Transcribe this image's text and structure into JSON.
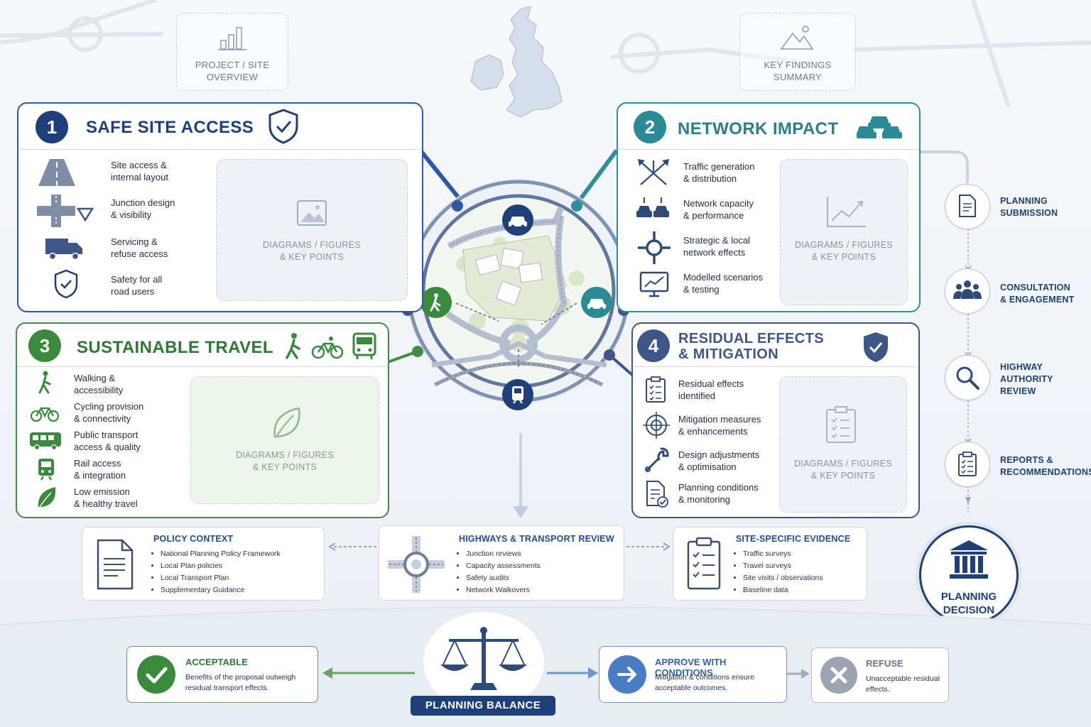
{
  "top_cards": {
    "project": "PROJECT / SITE\nOVERVIEW",
    "findings": "KEY FINDINGS\nSUMMARY"
  },
  "panels": {
    "p1": {
      "number": "1",
      "title": "SAFE SITE ACCESS",
      "items": [
        "Site access &\ninternal layout",
        "Junction design\n& visibility",
        "Servicing &\nrefuse access",
        "Safety for all\nroad users"
      ],
      "placeholder": "DIAGRAMS / FIGURES\n& KEY POINTS"
    },
    "p2": {
      "number": "2",
      "title": "NETWORK IMPACT",
      "items": [
        "Traffic generation\n& distribution",
        "Network capacity\n& performance",
        "Strategic & local\nnetwork effects",
        "Modelled scenarios\n& testing"
      ],
      "placeholder": "DIAGRAMS / FIGURES\n& KEY POINTS"
    },
    "p3": {
      "number": "3",
      "title": "SUSTAINABLE TRAVEL",
      "items": [
        "Walking &\naccessibility",
        "Cycling provision\n& connectivity",
        "Public transport\naccess & quality",
        "Rail access\n& integration",
        "Low emission\n& healthy travel"
      ],
      "placeholder": "DIAGRAMS / FIGURES\n& KEY POINTS"
    },
    "p4": {
      "number": "4",
      "title": "RESIDUAL EFFECTS\n& MITIGATION",
      "items": [
        "Residual effects\nidentified",
        "Mitigation measures\n& enhancements",
        "Design adjustments\n& optimisation",
        "Planning conditions\n& monitoring"
      ],
      "placeholder": "DIAGRAMS / FIGURES\n& KEY POINTS"
    }
  },
  "review_cards": {
    "policy": {
      "title": "POLICY CONTEXT",
      "items": [
        "National Planning Policy Framework",
        "Local Plan policies",
        "Local Transport Plan",
        "Supplementary Guidance"
      ]
    },
    "highways": {
      "title": "HIGHWAYS & TRANSPORT REVIEW",
      "items": [
        "Junction reviews",
        "Capacity assessments",
        "Safety audits",
        "Network Walkovers"
      ]
    },
    "evidence": {
      "title": "SITE-SPECIFIC EVIDENCE",
      "items": [
        "Traffic surveys",
        "Travel surveys",
        "Site visits / observations",
        "Baseline data"
      ]
    }
  },
  "process_steps": [
    "PLANNING\nSUBMISSION",
    "CONSULTATION\n& ENGAGEMENT",
    "HIGHWAY\nAUTHORITY\nREVIEW",
    "REPORTS &\nRECOMMENDATIONS"
  ],
  "decision": "PLANNING\nDECISION",
  "balance": "PLANNING BALANCE",
  "outcomes": {
    "acceptable": {
      "title": "ACCEPTABLE",
      "text": "Benefits of the proposal outweigh\nresidual transport effects."
    },
    "conditions": {
      "title": "APPROVE WITH CONDITIONS",
      "text": "Mitigation & conditions ensure\nacceptable outcomes."
    },
    "refuse": {
      "title": "REFUSE",
      "text": "Unacceptable residual\neffects."
    }
  },
  "colors": {
    "navy": "#1d3f7a",
    "teal": "#2a8a96",
    "green": "#3a8a3e",
    "slate": "#3d5687",
    "bg": "#f3f6fa"
  }
}
